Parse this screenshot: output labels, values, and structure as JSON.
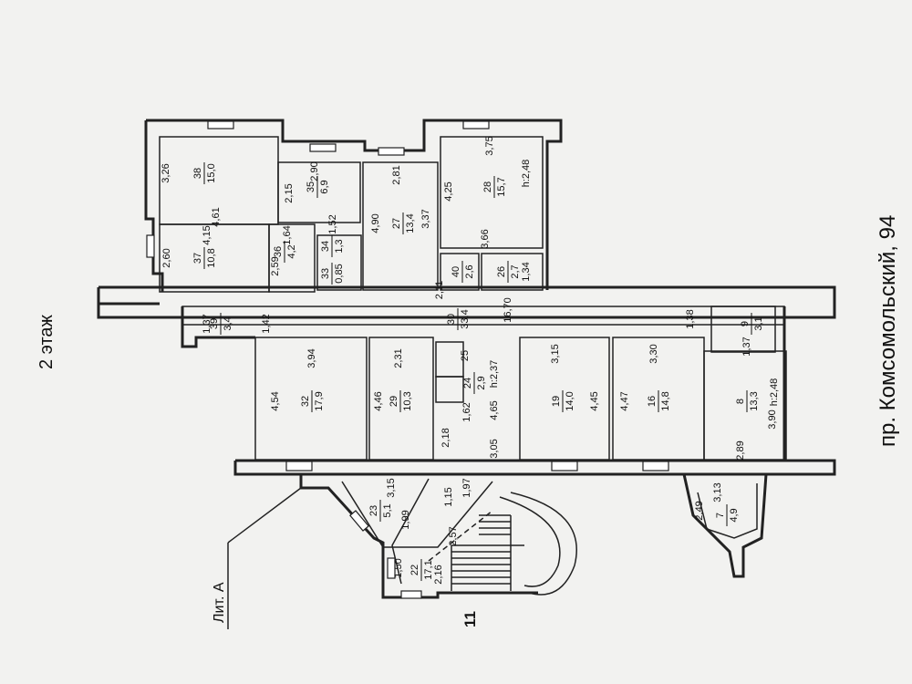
{
  "floor_label": "2 этаж",
  "address": "пр. Комсомольский, 94",
  "liter": "Лит. А",
  "building_number": "11",
  "rooms": [
    {
      "id": "38",
      "area": "15,0"
    },
    {
      "id": "35",
      "area": "6,9"
    },
    {
      "id": "27",
      "area": "13,4"
    },
    {
      "id": "28",
      "area": "15,7"
    },
    {
      "id": "37",
      "area": "10,8"
    },
    {
      "id": "36",
      "area": "4,2"
    },
    {
      "id": "34",
      "area": "1,3"
    },
    {
      "id": "33",
      "area": "0,85"
    },
    {
      "id": "40",
      "area": "2,6"
    },
    {
      "id": "26",
      "area": "2,7"
    },
    {
      "id": "39",
      "area": "3,4"
    },
    {
      "id": "30",
      "area": "33,4"
    },
    {
      "id": "9",
      "area": "3,1"
    },
    {
      "id": "32",
      "area": "17,9"
    },
    {
      "id": "29",
      "area": "10,3"
    },
    {
      "id": "25",
      "area": ""
    },
    {
      "id": "24",
      "area": "2,9"
    },
    {
      "id": "19",
      "area": "14,0"
    },
    {
      "id": "16",
      "area": "14,8"
    },
    {
      "id": "8",
      "area": "13,3"
    },
    {
      "id": "23",
      "area": "5,1"
    },
    {
      "id": "22",
      "area": "17,1"
    },
    {
      "id": "7",
      "area": "4,9"
    }
  ],
  "dimensions": {
    "d_3_26": "3,26",
    "d_4_61": "4,61",
    "d_2_90": "2,90",
    "d_2_15": "2,15",
    "d_1_52": "1,52",
    "d_2_81": "2,81",
    "d_4_90": "4,90",
    "d_3_37": "3,37",
    "d_3_75": "3,75",
    "d_h248a": "h:2,48",
    "d_4_25": "4,25",
    "d_3_66": "3,66",
    "d_4_15": "4,15",
    "d_2_60": "2,60",
    "d_1_64": "1,64",
    "d_2_59": "2,59",
    "d_2_11": "2,11",
    "d_1_34": "1,34",
    "d_16_70": "16,70",
    "d_1_37a": "1,37",
    "d_1_42": "1,42",
    "d_1_38": "1,38",
    "d_1_37b": "1,37",
    "d_3_94": "3,94",
    "d_2_31": "2,31",
    "d_3_15a": "3,15",
    "d_3_30": "3,30",
    "d_h237": "h:2,37",
    "d_h248b": "h:2,48",
    "d_4_54": "4,54",
    "d_4_46": "4,46",
    "d_4_65": "4,65",
    "d_4_45": "4,45",
    "d_4_47": "4,47",
    "d_3_90": "3,90",
    "d_2_18": "2,18",
    "d_1_62": "1,62",
    "d_3_05": "3,05",
    "d_2_89": "2,89",
    "d_3_15b": "3,15",
    "d_1_97": "1,97",
    "d_1_15": "1,15",
    "d_1_99": "1,99",
    "d_2_57": "2,57",
    "d_1_50": "1,50",
    "d_2_16": "2,16",
    "d_3_13": "3,13",
    "d_2_49": "2,49"
  }
}
